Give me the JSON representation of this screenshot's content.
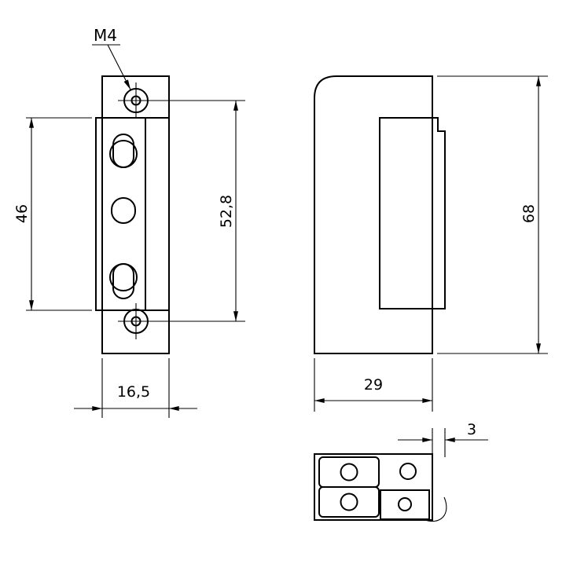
{
  "colors": {
    "line": "#000000",
    "background": "#ffffff"
  },
  "labels": {
    "thread_callout": "M4",
    "front_slot_span": "46",
    "front_hole_spacing": "52,8",
    "front_width": "16,5",
    "side_width": "29",
    "overall_height": "68",
    "faceplate_thickness": "3"
  }
}
